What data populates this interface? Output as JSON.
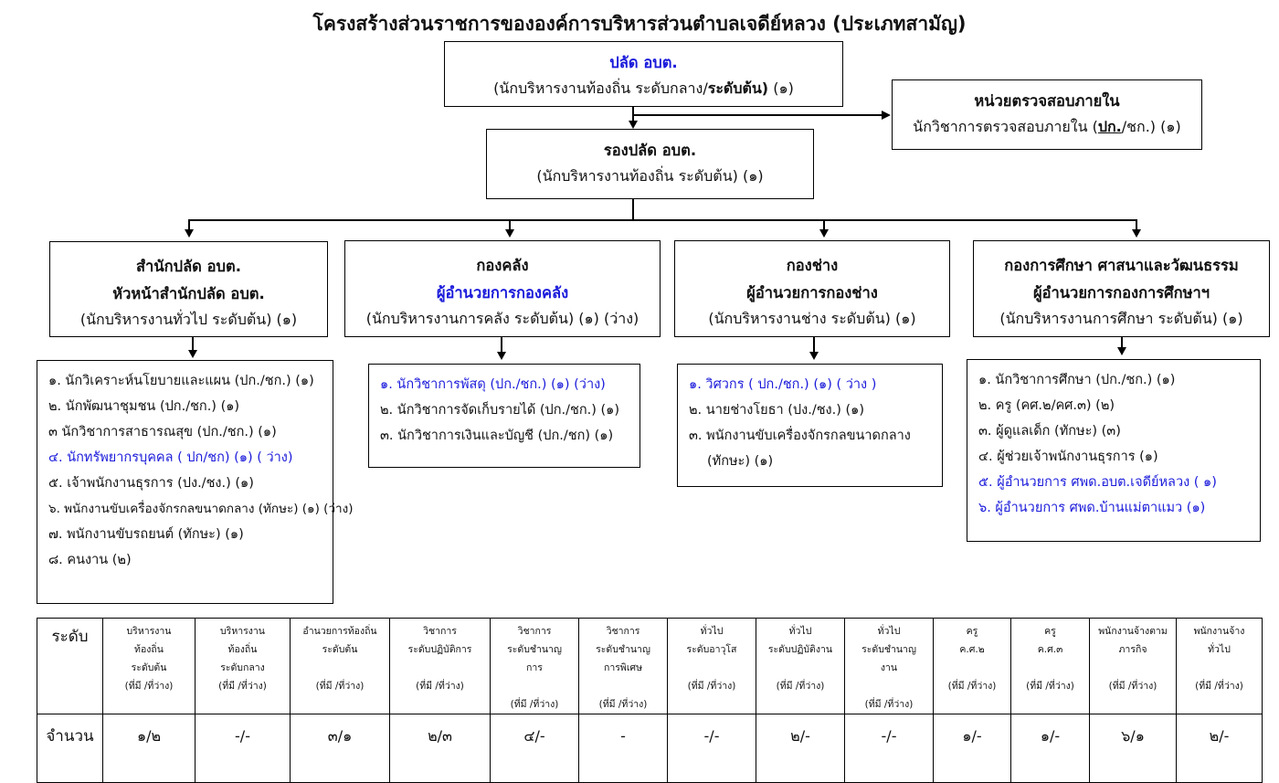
{
  "title": "โครงสร้างส่วนราชการขององค์การบริหารส่วนตำบลเจดีย์หลวง (ประเภทสามัญ)",
  "palad": {
    "title": "ปลัด อบต.",
    "position_prefix": "(นักบริหารงานท้องถิ่น ระดับกลาง/",
    "position_bold": "ระดับต้น)",
    "position_suffix": " (๑)"
  },
  "audit": {
    "title": "หน่วยตรวจสอบภายใน",
    "position_prefix": "นักวิชาการตรวจสอบภายใน (",
    "position_underline": "ปก.",
    "position_suffix": "/ชก.) (๑)"
  },
  "deputy": {
    "title": "รองปลัด อบต.",
    "position": "(นักบริหารงานท้องถิ่น ระดับต้น) (๑)"
  },
  "departments": [
    {
      "name": "สำนักปลัด อบต.",
      "head": "หัวหน้าสำนักปลัด อบต.",
      "position": "(นักบริหารงานทั่วไป ระดับต้น) (๑)"
    },
    {
      "name": "กองคลัง",
      "head": "ผู้อำนวยการกองคลัง",
      "position": "(นักบริหารงานการคลัง ระดับต้น) (๑) (ว่าง)"
    },
    {
      "name": "กองช่าง",
      "head": "ผู้อำนวยการกองช่าง",
      "position": "(นักบริหารงานช่าง ระดับต้น) (๑)"
    },
    {
      "name": "กองการศึกษา ศาสนาและวัฒนธรรม",
      "head": "ผู้อำนวยการกองการศึกษาฯ",
      "position": "(นักบริหารงานการศึกษา ระดับต้น) (๑)"
    }
  ],
  "staff_lists": [
    {
      "items": [
        "๑. นักวิเคราะห์นโยบายและแผน (ปก./ชก.) (๑)",
        "๒. นักพัฒนาชุมชน (ปก./ชก.) (๑)",
        "๓ นักวิชาการสาธารณสุข (ปก./ชก.) (๑)",
        "๔. นักทรัพยากรบุคคล ( ปก/ชก) (๑) ( ว่าง)",
        "๕. เจ้าพนักงานธุรการ (ปง./ชง.) (๑)",
        "๖. พนักงานขับเครื่องจักรกลขนาดกลาง (ทักษะ) (๑) (ว่าง)",
        "๗. พนักงานขับรถยนต์ (ทักษะ) (๑)",
        "๘. คนงาน (๒)"
      ]
    },
    {
      "items": [
        "๑. นักวิชาการพัสดุ (ปก./ชก.)  (๑) (ว่าง)",
        "๒. นักวิชาการจัดเก็บรายได้ (ปก./ชก.) (๑)",
        "๓. นักวิชาการเงินและบัญชี (ปก./ชก) (๑)"
      ]
    },
    {
      "items": [
        "๑. วิศวกร ( ปก./ชก.) (๑)  ( ว่าง )",
        "๒. นายช่างโยธา (ปง./ชง.) (๑)",
        "๓.  พนักงานขับเครื่องจักรกลขนาดกลาง",
        "(ทักษะ) (๑)"
      ]
    },
    {
      "items": [
        "๑. นักวิชาการศึกษา (ปก./ชก.) (๑)",
        "๒. ครู (คศ.๒/คศ.๓)  (๒)",
        "๓. ผู้ดูแลเด็ก (ทักษะ) (๓)",
        "๔. ผู้ช่วยเจ้าพนักงานธุรการ (๑)",
        "๕. ผู้อำนวยการ ศพด.อบต.เจดีย์หลวง ( ๑)",
        "๖. ผู้อำนวยการ ศพด.บ้านแม่ตาแมว (๑)"
      ]
    }
  ],
  "level_table": {
    "row_header_level": "ระดับ",
    "row_header_count": "จำนวน",
    "columns": [
      {
        "lines": [
          "บริหารงาน",
          "ท้องถิ่น",
          "ระดับต้น",
          "(ที่มี /ที่ว่าง)"
        ],
        "count": "๑/๒"
      },
      {
        "lines": [
          "บริหารงาน",
          "ท้องถิ่น",
          "ระดับกลาง",
          "(ที่มี /ที่ว่าง)"
        ],
        "count": "-/-"
      },
      {
        "lines": [
          "อำนวยการท้องถิ่น",
          "ระดับต้น",
          "",
          "(ที่มี /ที่ว่าง)"
        ],
        "count": "๓/๑"
      },
      {
        "lines": [
          "วิชาการ",
          "ระดับปฏิบัติการ",
          "",
          "(ที่มี /ที่ว่าง)"
        ],
        "count": "๒/๓"
      },
      {
        "lines": [
          "วิชาการ",
          "ระดับชำนาญ",
          "การ",
          "",
          "(ที่มี /ที่ว่าง)"
        ],
        "count": "๔/-"
      },
      {
        "lines": [
          "วิชาการ",
          "ระดับชำนาญ",
          "การพิเศษ",
          "",
          "(ที่มี /ที่ว่าง)"
        ],
        "count": "-"
      },
      {
        "lines": [
          "ทั่วไป",
          "ระดับอาวุโส",
          "",
          "(ที่มี /ที่ว่าง)"
        ],
        "count": "-/-"
      },
      {
        "lines": [
          "ทั่วไป",
          "ระดับปฏิบัติงาน",
          "",
          "(ที่มี /ที่ว่าง)"
        ],
        "count": "๒/-"
      },
      {
        "lines": [
          "ทั่วไป",
          "ระดับชำนาญ",
          "งาน",
          "",
          "(ที่มี /ที่ว่าง)"
        ],
        "count": "-/-"
      },
      {
        "lines": [
          "ครู",
          "ค.ศ.๒",
          "",
          "(ที่มี /ที่ว่าง)"
        ],
        "count": "๑/-"
      },
      {
        "lines": [
          "ครู",
          "ค.ศ.๓",
          "",
          "(ที่มี /ที่ว่าง)"
        ],
        "count": "๑/-"
      },
      {
        "lines": [
          "พนักงานจ้างตาม",
          "ภารกิจ",
          "",
          "(ที่มี /ที่ว่าง)"
        ],
        "count": "๖/๑"
      },
      {
        "lines": [
          "พนักงานจ้าง",
          "ทั่วไป",
          "",
          "(ที่มี /ที่ว่าง)"
        ],
        "count": "๒/-"
      }
    ]
  },
  "colors": {
    "highlight": "#1a1adb",
    "line": "#000000"
  }
}
